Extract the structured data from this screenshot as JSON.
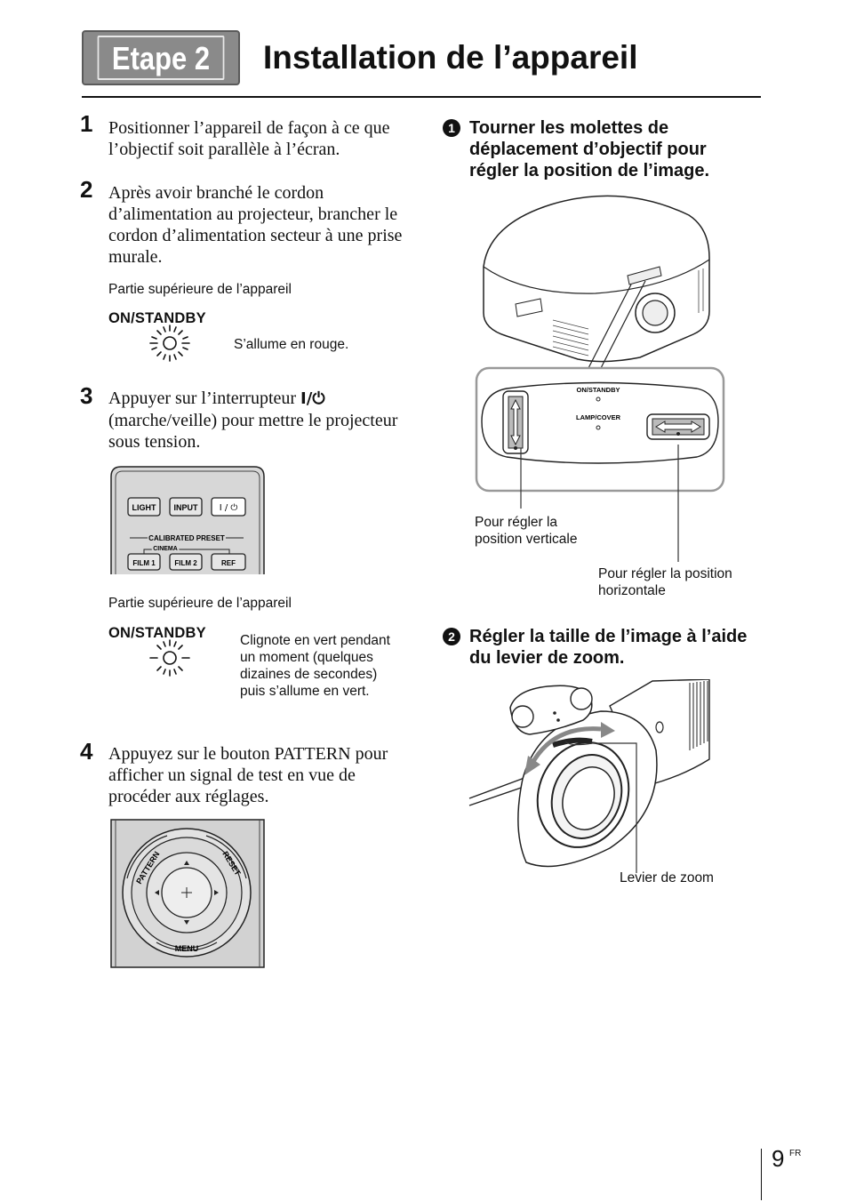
{
  "header": {
    "badge": "Etape 2",
    "title": "Installation de l’appareil"
  },
  "steps": [
    {
      "num": "1",
      "text": "Positionner l’appareil de façon à ce que l’objectif soit parallèle à l’écran."
    },
    {
      "num": "2",
      "text": "Après avoir branché le cordon d’alimentation au projecteur, brancher le cordon d’alimentation secteur à une prise murale."
    },
    {
      "num": "3",
      "text_before": "Appuyer sur l’interrupteur ",
      "switch_symbol": "I/⏻",
      "text_after": " (marche/veille) pour mettre le projecteur sous tension."
    },
    {
      "num": "4",
      "text": "Appuyez sur le bouton PATTERN pour afficher un signal de test en vue de procéder aux réglages."
    }
  ],
  "indicator_1": {
    "caption": "Partie supérieure de l’appareil",
    "label": "ON/STANDBY",
    "note": "S’allume en rouge."
  },
  "remote_top": {
    "buttons": [
      "LIGHT",
      "INPUT",
      "I / ⏻"
    ],
    "group_label": "CALIBRATED PRESET",
    "sub_label": "CINEMA",
    "preset_buttons": [
      "FILM 1",
      "FILM 2",
      "REF"
    ]
  },
  "indicator_2": {
    "caption": "Partie supérieure de l’appareil",
    "label": "ON/STANDBY",
    "note": "Clignote en vert pendant un moment (quelques dizaines de secondes) puis s’allume en vert."
  },
  "remote_bottom": {
    "labels": [
      "PATTERN",
      "RESET",
      "MENU"
    ]
  },
  "right": {
    "sub1": {
      "bullet": "1",
      "text": "Tourner les molettes de déplacement d’objectif pour régler la position de l’image."
    },
    "panel_labels": [
      "ON/STANDBY",
      "LAMP/COVER"
    ],
    "callout_vertical": "Pour régler la position verticale",
    "callout_horizontal": "Pour régler la position horizontale",
    "sub2": {
      "bullet": "2",
      "text": "Régler la taille de l’image à l’aide du levier de zoom."
    },
    "callout_zoom": "Levier de zoom"
  },
  "footer": {
    "page": "9",
    "lang": "FR"
  }
}
